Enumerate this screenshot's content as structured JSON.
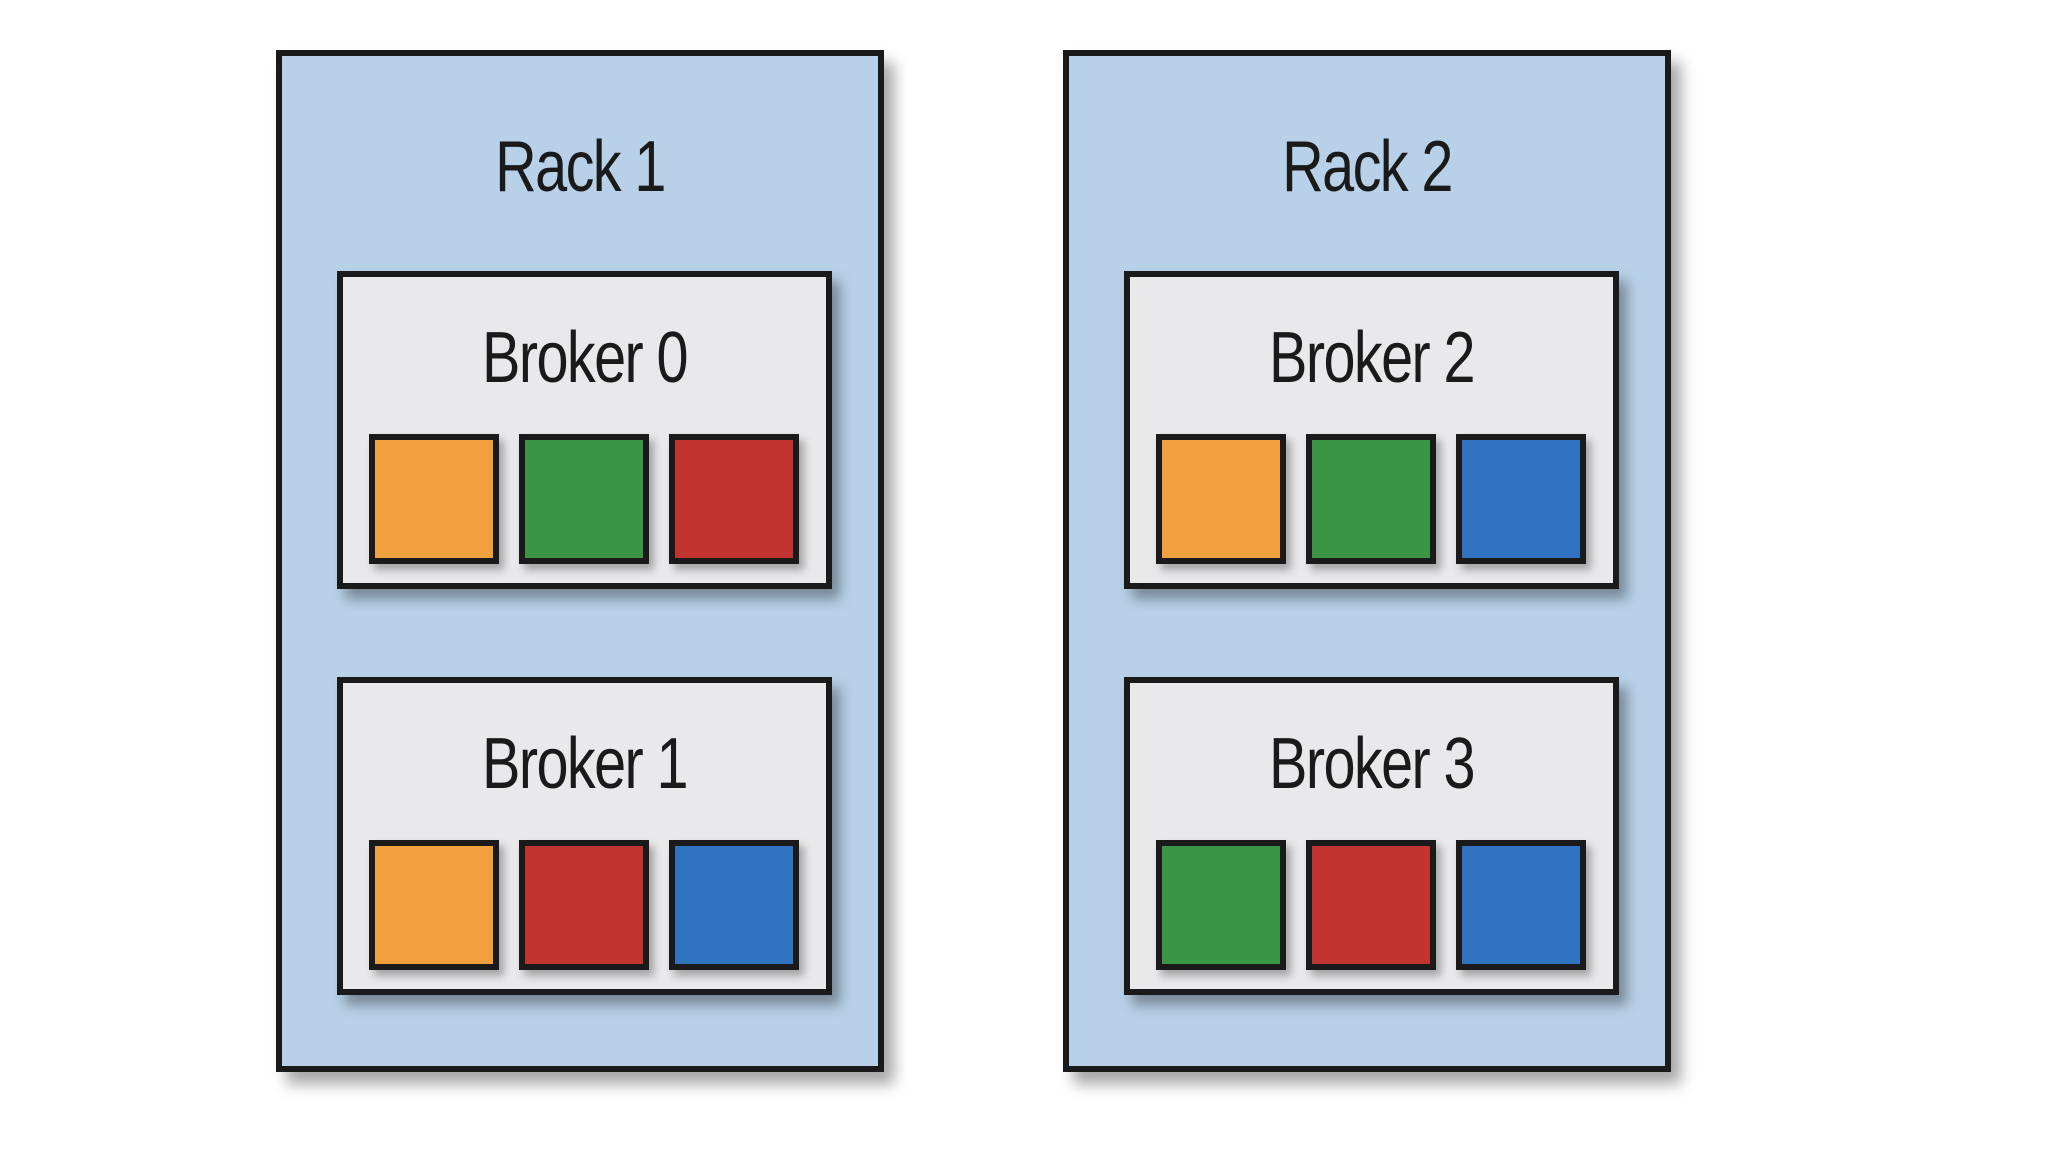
{
  "colors": {
    "orange": "#f0a03c",
    "green": "#3a9645",
    "red": "#c0332e",
    "blue": "#2e72c0",
    "rack_fill": "#b8d1e8",
    "broker_fill": "#e9e9eb",
    "border": "#1a1a1a"
  },
  "racks": [
    {
      "title": "Rack 1",
      "brokers": [
        {
          "title": "Broker 0",
          "partitions": [
            "orange",
            "green",
            "red"
          ]
        },
        {
          "title": "Broker 1",
          "partitions": [
            "orange",
            "red",
            "blue"
          ]
        }
      ]
    },
    {
      "title": "Rack 2",
      "brokers": [
        {
          "title": "Broker 2",
          "partitions": [
            "orange",
            "green",
            "blue"
          ]
        },
        {
          "title": "Broker 3",
          "partitions": [
            "green",
            "red",
            "blue"
          ]
        }
      ]
    }
  ]
}
